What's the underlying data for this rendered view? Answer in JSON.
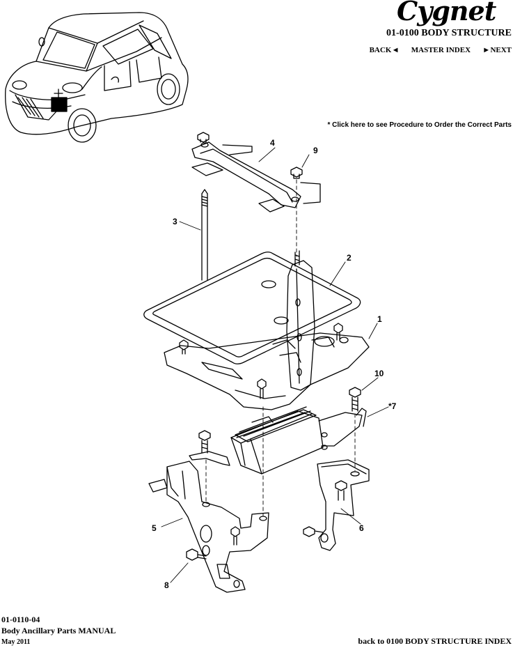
{
  "header": {
    "logo_text": "Cygnet",
    "section_title": "01-0100 BODY STRUCTURE",
    "nav": {
      "back": "BACK",
      "master_index": "MASTER INDEX",
      "next": "NEXT"
    }
  },
  "procedure_link": "* Click here to see Procedure to Order the Correct Parts",
  "callouts": {
    "c1": "1",
    "c2": "2",
    "c3": "3",
    "c4": "4",
    "c5": "5",
    "c6": "6",
    "c7": "*7",
    "c8": "8",
    "c9": "9",
    "c10": "10"
  },
  "footer": {
    "doc_code": "01-0110-04",
    "manual_title": "Body Ancillary Parts MANUAL",
    "date": "May 2011",
    "back_link": "back to 0100 BODY STRUCTURE INDEX"
  }
}
